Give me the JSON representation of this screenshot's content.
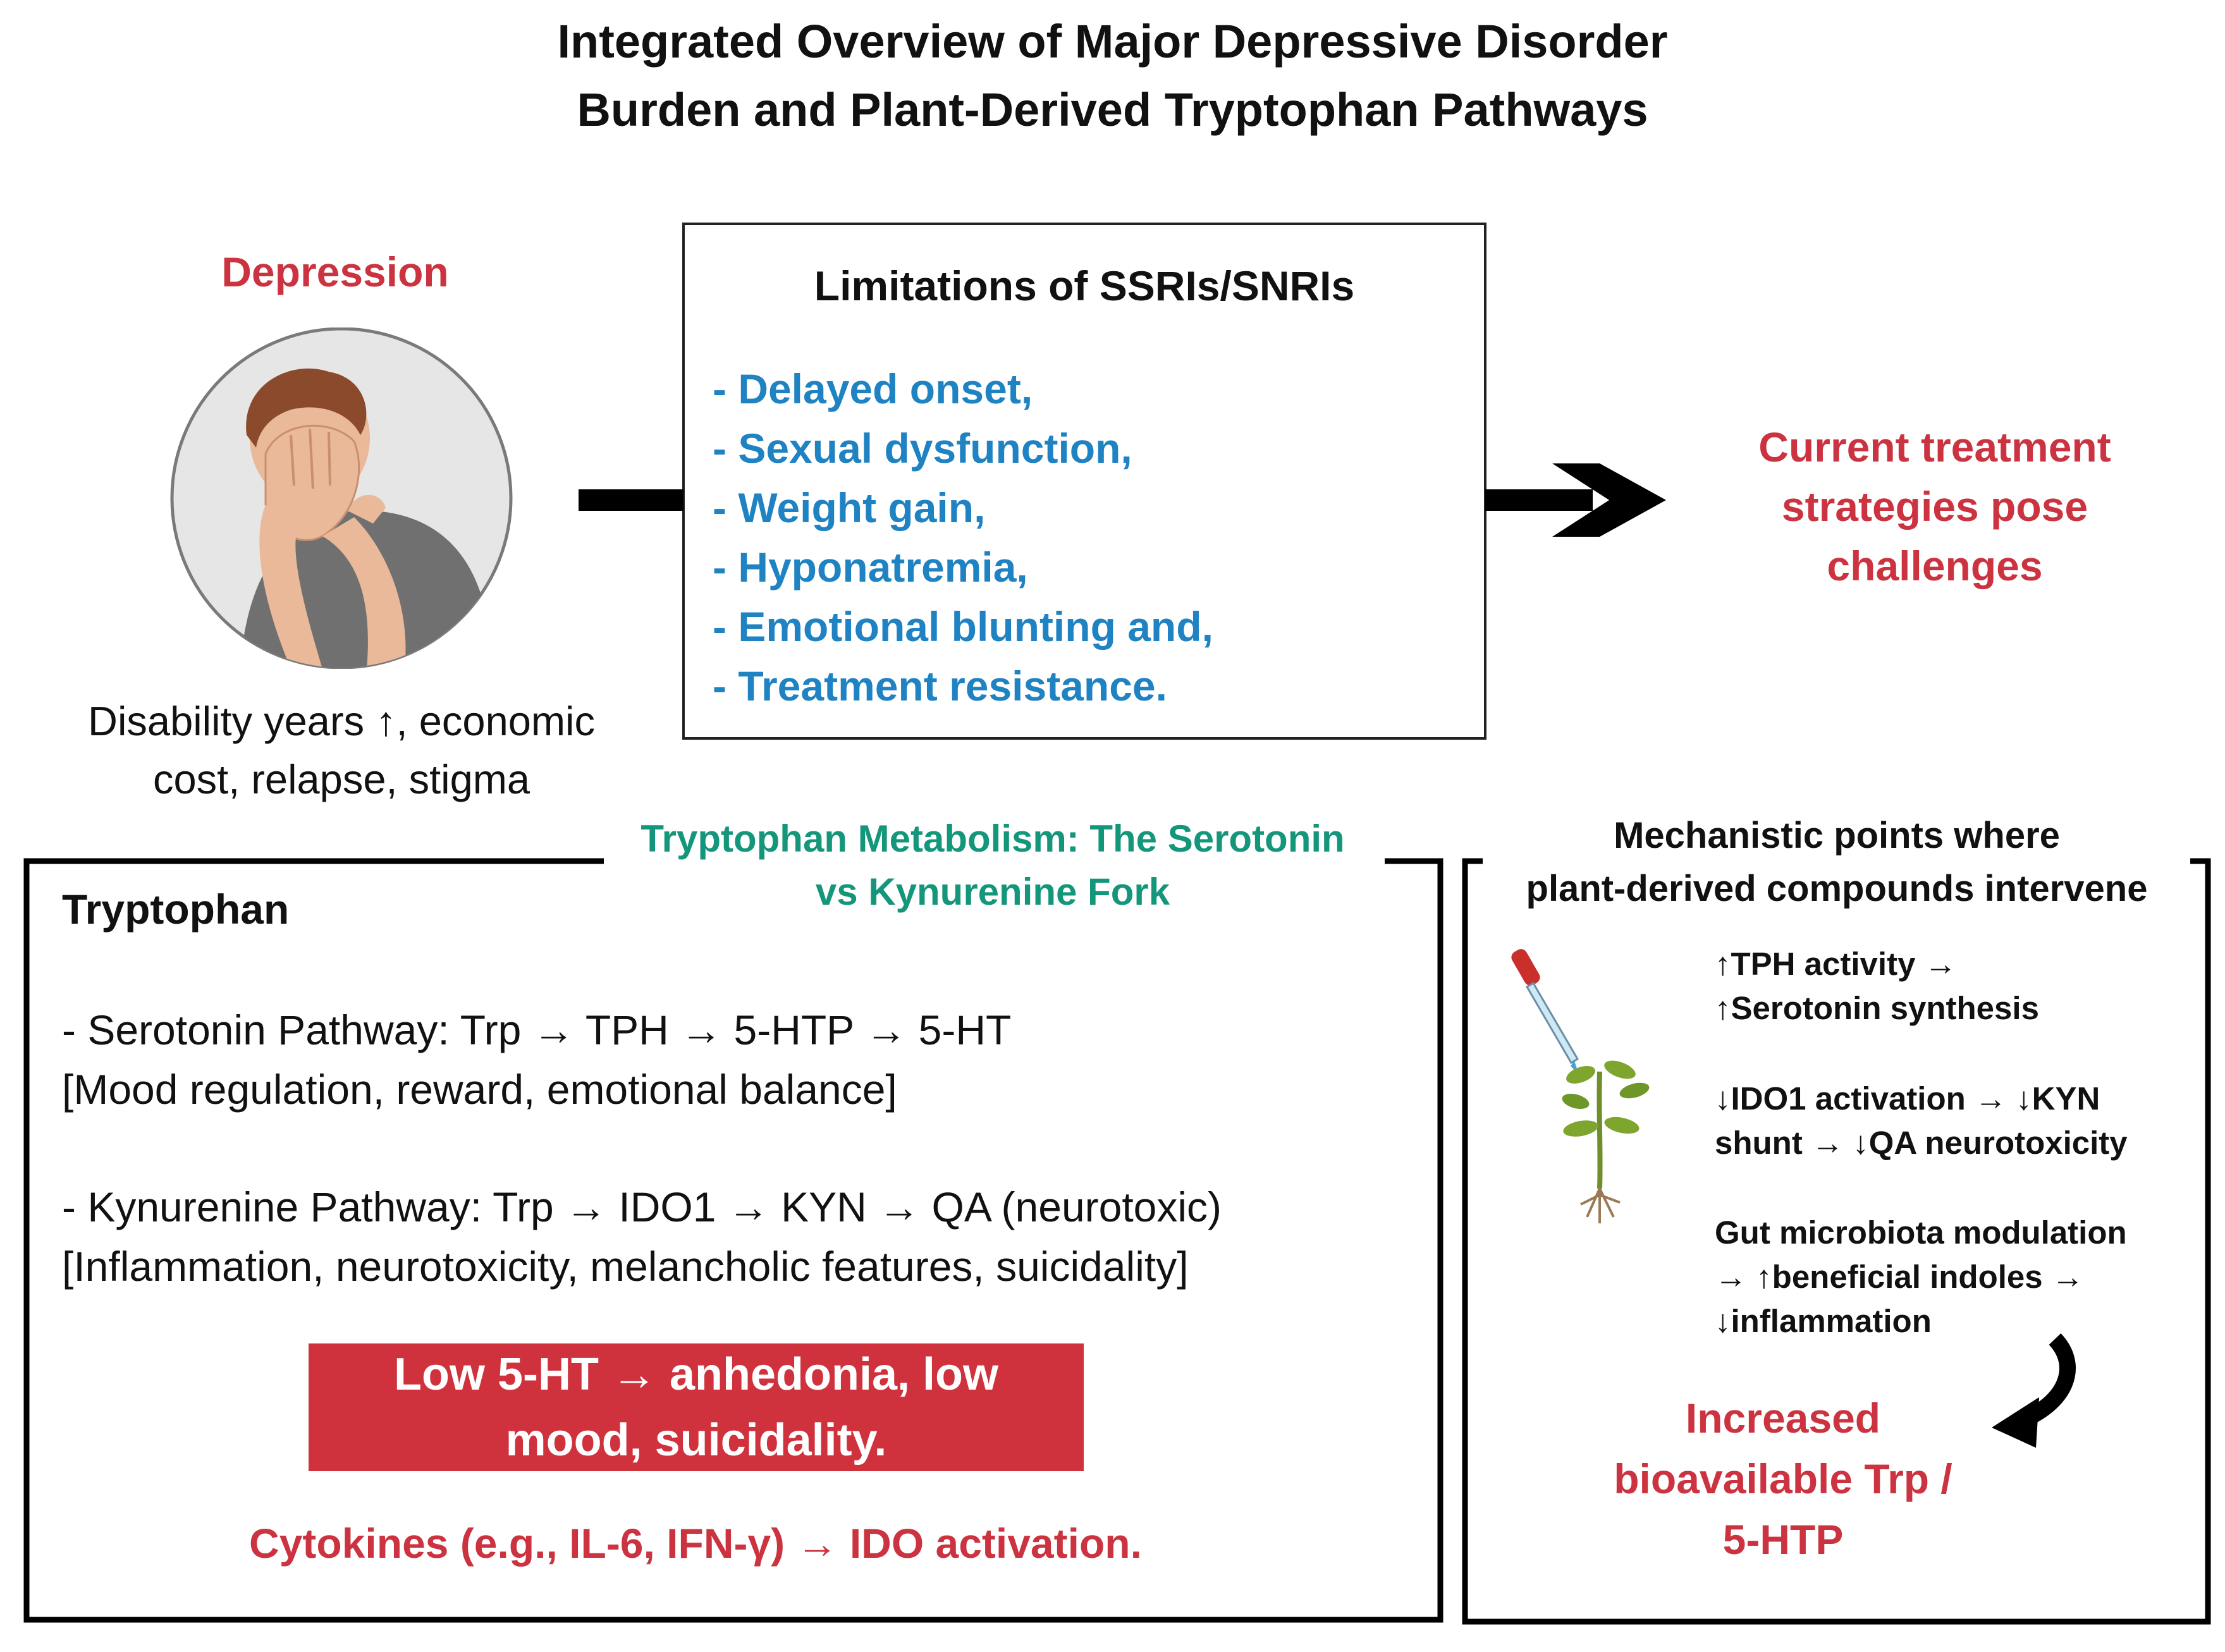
{
  "title": {
    "line1": "Integrated Overview of Major Depressive Disorder",
    "line2": "Burden and Plant-Derived Tryptophan Pathways"
  },
  "depression": {
    "label": "Depression",
    "burden_line1": "Disability years ↑, economic",
    "burden_line2": "cost, relapse, stigma"
  },
  "limitations": {
    "title": "Limitations of SSRIs/SNRIs",
    "items": [
      "- Delayed onset,",
      "- Sexual dysfunction,",
      "- Weight gain,",
      "- Hyponatremia,",
      "- Emotional blunting and,",
      "- Treatment resistance."
    ]
  },
  "current_treatment": {
    "line1": "Current treatment",
    "line2": "strategies pose",
    "line3": "challenges"
  },
  "tryptophan": {
    "fork_title_line1": "Tryptophan Metabolism: The Serotonin",
    "fork_title_line2": "vs Kynurenine Fork",
    "heading": "Tryptophan",
    "serotonin_line1": "- Serotonin Pathway: Trp → TPH → 5-HTP → 5-HT",
    "serotonin_line2": "[Mood regulation, reward, emotional balance]",
    "kynurenine_line1": "- Kynurenine Pathway: Trp → IDO1 → KYN → QA (neurotoxic)",
    "kynurenine_line2": "[Inflammation, neurotoxicity, melancholic features, suicidality]",
    "low_5ht_line1": "Low 5-HT → anhedonia, low",
    "low_5ht_line2": "mood, suicidality.",
    "cytokines": "Cytokines (e.g., IL-6, IFN-γ)  → IDO activation."
  },
  "mechanistic": {
    "title_line1": "Mechanistic points where",
    "title_line2": "plant-derived compounds intervene",
    "point1_line1": "↑TPH activity →",
    "point1_line2": "↑Serotonin synthesis",
    "point2_line1": "↓IDO1 activation → ↓KYN",
    "point2_line2": "shunt → ↓QA neurotoxicity",
    "point3_line1": "Gut microbiota modulation",
    "point3_line2": "→ ↑beneficial indoles →",
    "point3_line3": "↓inflammation",
    "result_line1": "Increased",
    "result_line2": "bioavailable Trp /",
    "result_line3": "5-HTP"
  },
  "colors": {
    "red": "#cc3340",
    "blue": "#1f82c2",
    "green": "#14967a",
    "low_box": "#d0323d"
  }
}
